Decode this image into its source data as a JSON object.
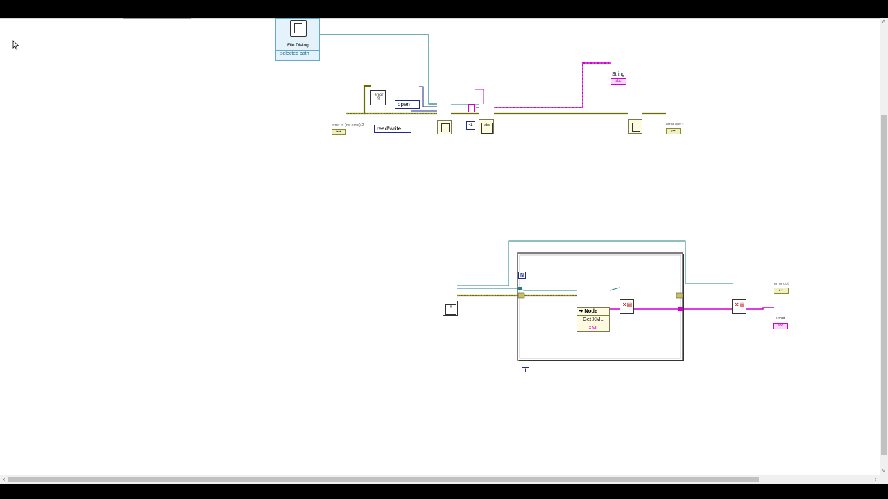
{
  "diagram": {
    "file_dialog": {
      "title": "File Dialog",
      "output": "selected path"
    },
    "top_row": {
      "error_in_label": "error in (no error) 2",
      "open_ring": "open",
      "read_write_ring": "read/write",
      "constant_value": "-1",
      "string_label": "String",
      "error_out_label": "error out 3",
      "string_indicator": "abc",
      "error_ind": "error"
    },
    "bottom_row": {
      "for_loop_N": "N",
      "for_loop_i": "i",
      "property_node": {
        "class": "Node",
        "property": "Get XML",
        "output": "XML"
      },
      "error_out_label": "error out",
      "output_label": "Output",
      "output_indicator": "abc"
    }
  },
  "scrollbars": {
    "left_arrow": "‹",
    "right_arrow": "›",
    "up_arrow": "˄",
    "down_arrow": "˅"
  }
}
